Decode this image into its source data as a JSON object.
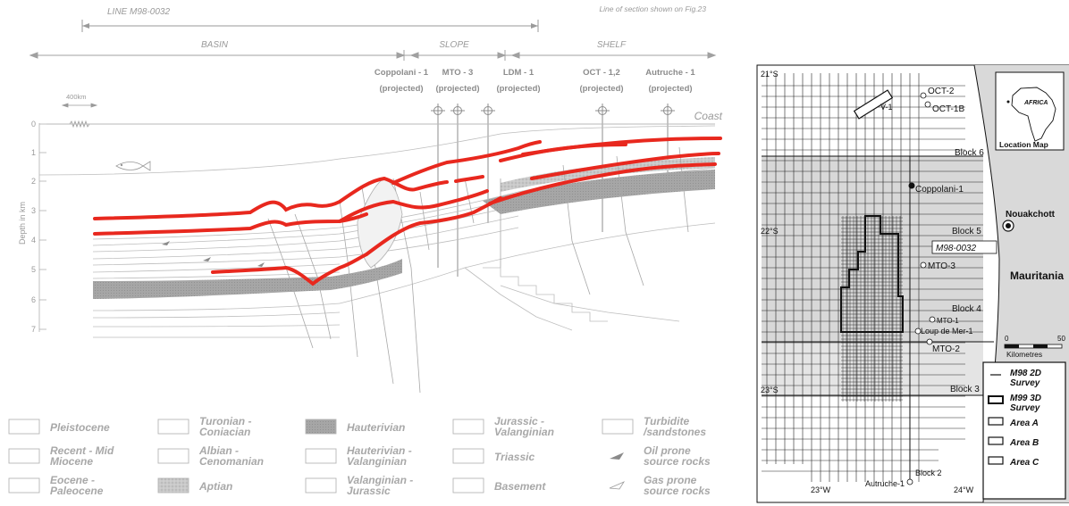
{
  "section": {
    "line_label": "LINE M98-0032",
    "note": "Line of section shown on Fig.23",
    "zones": [
      "BASIN",
      "SLOPE",
      "SHELF"
    ],
    "scale_label": "400km",
    "coast": "Coast",
    "depth_axis_title": "Depth in km",
    "depth_ticks": [
      "0",
      "1",
      "2",
      "3",
      "4",
      "5",
      "6",
      "7"
    ],
    "wells": [
      {
        "name": "Coppolani - 1",
        "sub": "(projected)"
      },
      {
        "name": "MTO - 3",
        "sub": "(projected)"
      },
      {
        "name": "LDM - 1",
        "sub": "(projected)"
      },
      {
        "name": "OCT - 1,2",
        "sub": "(projected)"
      },
      {
        "name": "Autruche - 1",
        "sub": "(projected)"
      }
    ],
    "horizon_color": "#e8281e"
  },
  "legend": [
    {
      "lines": [
        "Pleistocene"
      ],
      "swatch": "empty"
    },
    {
      "lines": [
        "Turonian -",
        "Coniacian"
      ],
      "swatch": "empty"
    },
    {
      "lines": [
        "Hauterivian"
      ],
      "swatch": "dark"
    },
    {
      "lines": [
        "Jurassic -",
        "Valanginian"
      ],
      "swatch": "empty"
    },
    {
      "lines": [
        "Turbidite",
        "/sandstones"
      ],
      "swatch": "empty"
    },
    {
      "lines": [
        "Recent - Mid",
        "Miocene"
      ],
      "swatch": "empty"
    },
    {
      "lines": [
        "Albian -",
        "Cenomanian"
      ],
      "swatch": "empty"
    },
    {
      "lines": [
        "Hauterivian -",
        "Valanginian"
      ],
      "swatch": "empty"
    },
    {
      "lines": [
        "Triassic"
      ],
      "swatch": "empty"
    },
    {
      "lines": [
        "Oil prone",
        "source rocks"
      ],
      "swatch": "oil"
    },
    {
      "lines": [
        "Eocene -",
        "Paleocene"
      ],
      "swatch": "empty"
    },
    {
      "lines": [
        "Aptian"
      ],
      "swatch": "speckle"
    },
    {
      "lines": [
        "Valanginian -",
        "Jurassic"
      ],
      "swatch": "empty"
    },
    {
      "lines": [
        "Basement"
      ],
      "swatch": "empty"
    },
    {
      "lines": [
        "Gas prone",
        "source rocks"
      ],
      "swatch": "gas"
    }
  ],
  "map": {
    "lat_labels": [
      "21°S",
      "22°S",
      "23°S"
    ],
    "lon_labels": [
      "23°W",
      "24°W"
    ],
    "wells": [
      "OCT-2",
      "OCT-1B",
      "V-1",
      "Coppolani-1",
      "MTO-3",
      "MTO-1",
      "Loup de Mer-1",
      "MTO-2",
      "Autruche-1"
    ],
    "blocks": [
      "Block 6",
      "Block 5",
      "Block 4",
      "Block 3",
      "Block 2"
    ],
    "city": "Nouakchott",
    "country": "Mauritania",
    "line_box": "M98-0032",
    "inset_title": "Location Map",
    "inset_continent": "AFRICA",
    "scale_zero": "0",
    "scale_max": "50",
    "scale_unit": "Kilometres",
    "legend": [
      {
        "lines": [
          "M98 2D",
          "Survey"
        ],
        "symbol": "line"
      },
      {
        "lines": [
          "M99 3D",
          "Survey"
        ],
        "symbol": "thickbox"
      },
      {
        "lines": [
          "Area A"
        ],
        "symbol": "box"
      },
      {
        "lines": [
          "Area B"
        ],
        "symbol": "box"
      },
      {
        "lines": [
          "Area C"
        ],
        "symbol": "box"
      }
    ]
  }
}
